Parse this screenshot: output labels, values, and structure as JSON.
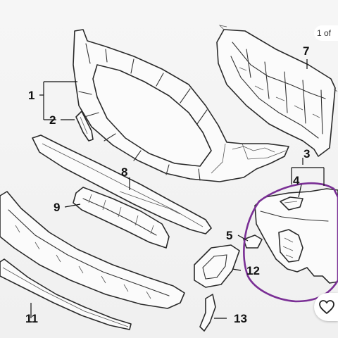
{
  "callouts": {
    "c1": "1",
    "c2": "2",
    "c3": "3",
    "c4": "4",
    "c5": "5",
    "c7": "7",
    "c8": "8",
    "c9": "9",
    "c11": "11",
    "c12": "12",
    "c13": "13"
  },
  "pager": {
    "text": "1 of"
  },
  "highlight_color": "#7a2f95",
  "favorite": {
    "icon": "heart-icon"
  }
}
